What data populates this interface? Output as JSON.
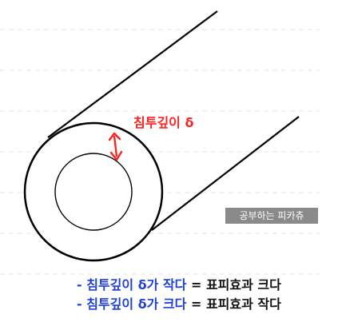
{
  "diagram": {
    "depth_label": "침투깊이 δ",
    "watermark": "공부하는 피카츄",
    "notes": [
      {
        "lead": "- 침투깊이 δ가 작다",
        "tail": " = 표피효과 크다"
      },
      {
        "lead": "- 침투깊이 δ가 크다",
        "tail": " = 표피효과 작다"
      }
    ]
  },
  "colors": {
    "outline": "#000000",
    "arrow": "#ff2222",
    "depth_label": "#ff2222",
    "note_lead": "#1f3fd6",
    "note_tail": "#111111",
    "watermark_bg": "#8a8a8a",
    "guide_dash": "#e6e6e6"
  }
}
